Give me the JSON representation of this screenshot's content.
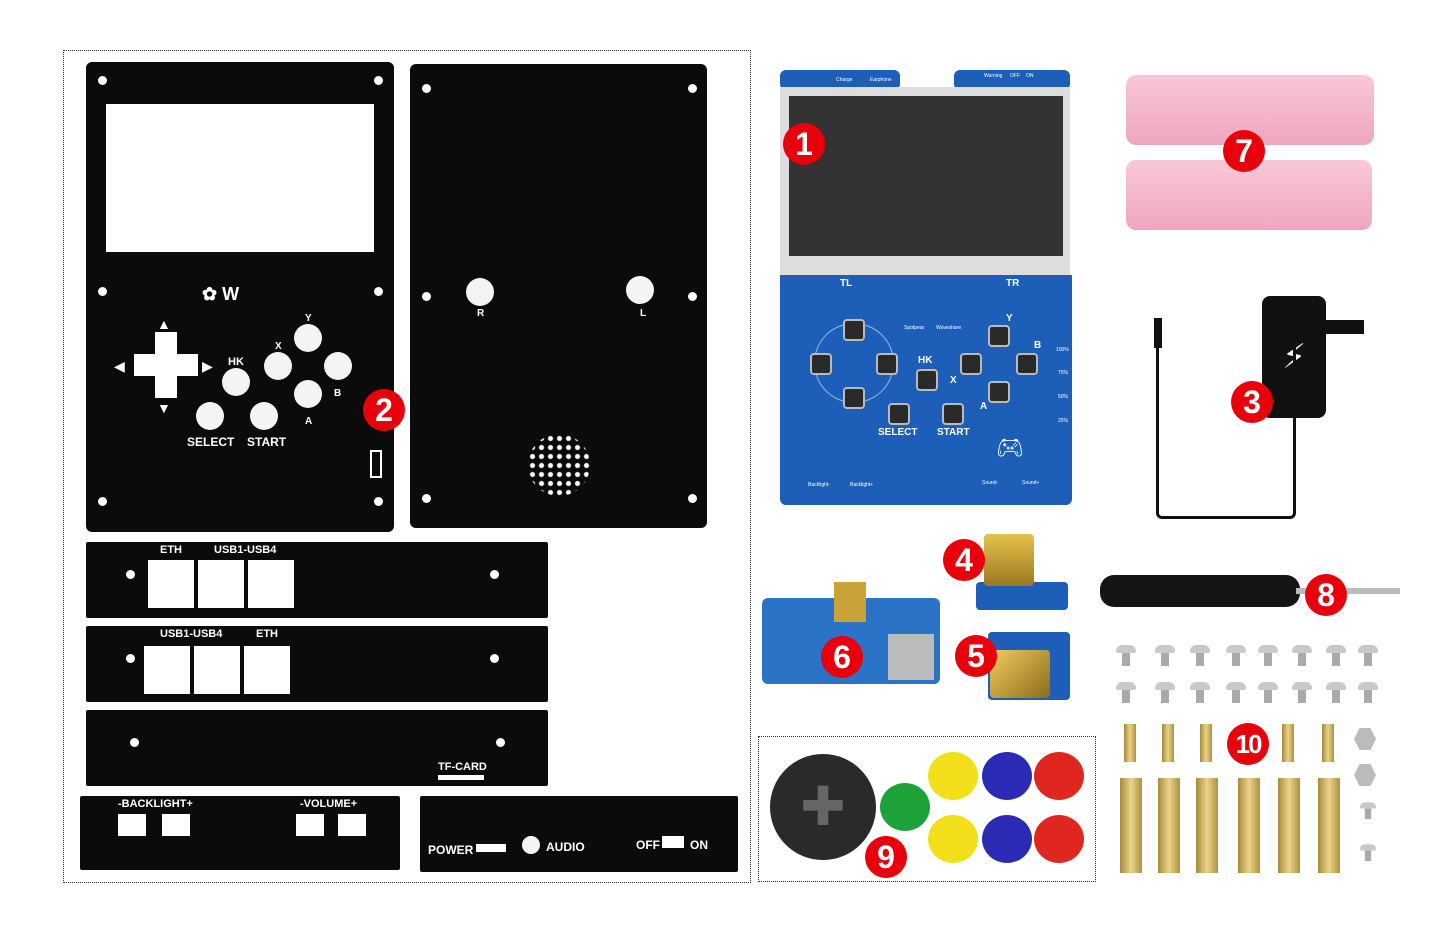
{
  "badges": [
    "1",
    "2",
    "3",
    "4",
    "5",
    "6",
    "7",
    "8",
    "9",
    "10"
  ],
  "front_panel": {
    "buttons": {
      "hk": "HK",
      "x": "X",
      "y": "Y",
      "a": "A",
      "b": "B",
      "select": "SELECT",
      "start": "START"
    }
  },
  "back_panel": {
    "r": "R",
    "l": "L"
  },
  "side_panels": {
    "eth": "ETH",
    "usb": "USB1-USB4",
    "tf": "TF-CARD",
    "backlight": "-BACKLIGHT+",
    "volume": "-VOLUME+",
    "power": "POWER",
    "audio": "AUDIO",
    "off": "OFF",
    "on": "ON"
  },
  "board": {
    "charge": "Charge",
    "earphone": "Earphone",
    "warning": "Warning",
    "off": "OFF",
    "on": "ON",
    "tl": "TL",
    "tr": "TR",
    "spotpear": "Spotpear",
    "waveshare": "Waveshare",
    "hk": "HK",
    "x": "X",
    "y": "Y",
    "a": "A",
    "b": "B",
    "select": "SELECT",
    "start": "START",
    "levels": [
      "100%",
      "75%",
      "50%",
      "25%"
    ],
    "backlight_minus": "Backlight-",
    "backlight_plus": "Backlight+",
    "sound_minus": "Sound-",
    "sound_plus": "Sound+"
  },
  "colors": {
    "badge": "#e8000b",
    "pcb": "#1d5fb8",
    "battery": "#f4b3c8"
  }
}
